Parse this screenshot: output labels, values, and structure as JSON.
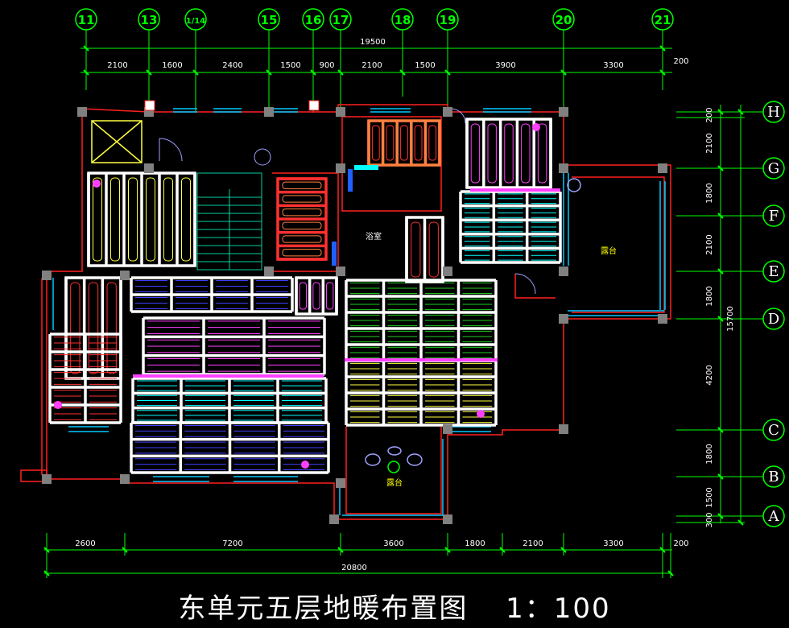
{
  "colors": {
    "background": "#000000",
    "dim_line": "#00ff00",
    "dim_text": "#ffffff",
    "wall": "#ff2020",
    "window": "#00c8ff",
    "column": "#808080",
    "loop_white": "#ffffff",
    "loop_yellow": "#ffff40",
    "loop_red": "#ff3030",
    "loop_magenta": "#ff40ff",
    "loop_blue": "#4040ff",
    "loop_green": "#20d020",
    "loop_cyan": "#00ffff",
    "label_yellow": "#ffff00"
  },
  "grid_top": [
    "11",
    "13",
    "1/14",
    "15",
    "16",
    "17",
    "18",
    "19",
    "20",
    "21"
  ],
  "grid_right": [
    "H",
    "G",
    "F",
    "E",
    "D",
    "C",
    "B",
    "A"
  ],
  "dims_top": {
    "total": "19500",
    "segments": [
      "2100",
      "1600",
      "2400",
      "1500",
      "900",
      "2100",
      "1500",
      "3900",
      "3300"
    ],
    "extra": "200"
  },
  "dims_bottom": {
    "total": "20800",
    "segments": [
      "2600",
      "7200",
      "3600",
      "1800",
      "2100",
      "3300"
    ],
    "extra": "200"
  },
  "dims_right": {
    "total": "15700",
    "segments": [
      "200",
      "2100",
      "1800",
      "2100",
      "1800",
      "4200",
      "1800",
      "1500",
      "300"
    ]
  },
  "room_labels": {
    "bath": "浴室",
    "terrace_right": "露台",
    "terrace_bottom": "露台"
  },
  "title": {
    "main": "东单元五层地暖布置图",
    "scale": "1：100"
  }
}
